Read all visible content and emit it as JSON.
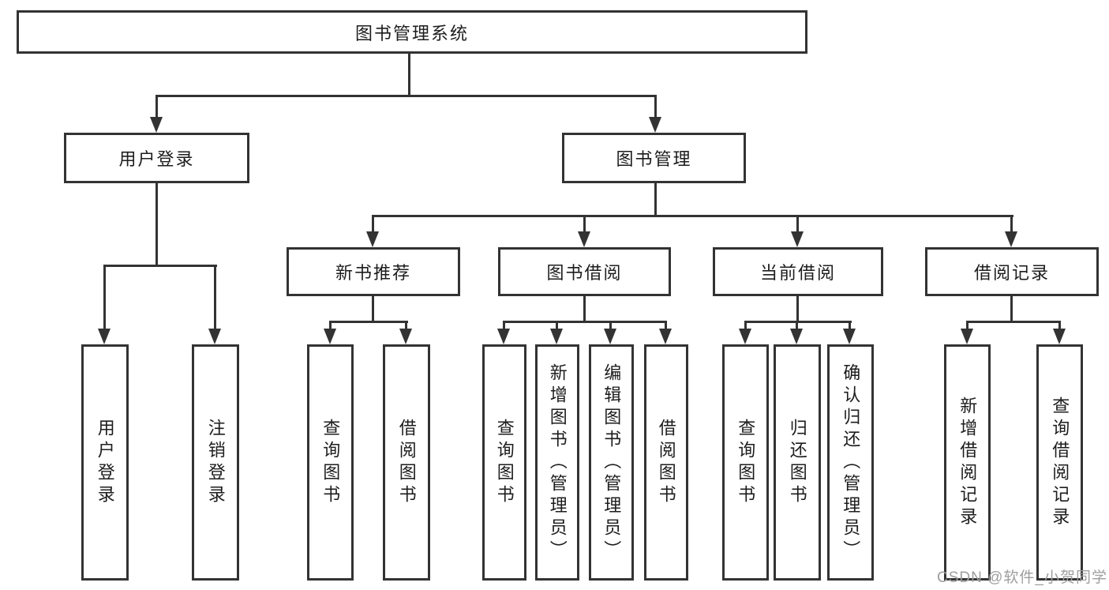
{
  "diagram": {
    "root": {
      "label": "图书管理系统"
    },
    "branches": [
      {
        "label": "用户登录",
        "children": [
          {
            "label": "用户登录"
          },
          {
            "label": "注销登录"
          }
        ]
      },
      {
        "label": "图书管理",
        "children": [
          {
            "label": "新书推荐",
            "children": [
              {
                "label": "查询图书"
              },
              {
                "label": "借阅图书"
              }
            ]
          },
          {
            "label": "图书借阅",
            "children": [
              {
                "label": "查询图书"
              },
              {
                "label": "新增图书（管理员）"
              },
              {
                "label": "编辑图书（管理员）"
              },
              {
                "label": "借阅图书"
              }
            ]
          },
          {
            "label": "当前借阅",
            "children": [
              {
                "label": "查询图书"
              },
              {
                "label": "归还图书"
              },
              {
                "label": "确认归还（管理员）"
              }
            ]
          },
          {
            "label": "借阅记录",
            "children": [
              {
                "label": "新增借阅记录"
              },
              {
                "label": "查询借阅记录"
              }
            ]
          }
        ]
      }
    ]
  },
  "watermark": {
    "text": "CSDN @软件_小贺同学"
  },
  "colors": {
    "line": "#333333",
    "text": "#1d1d1d",
    "background": "#ffffff",
    "watermark": "#9e9e9e"
  }
}
